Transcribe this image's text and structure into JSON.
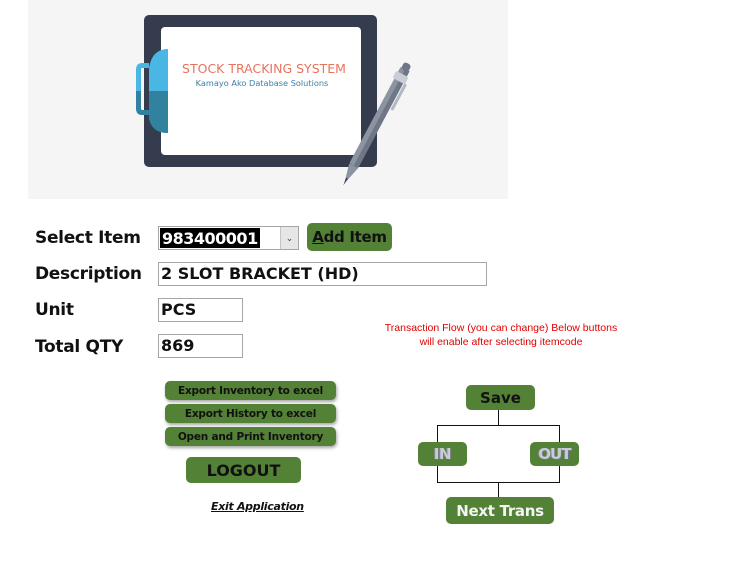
{
  "banner": {
    "title": "STOCK TRACKING SYSTEM",
    "subtitle": "Kamayo Ako Database Solutions",
    "colors": {
      "background": "#f5f5f6",
      "clipboard_frame": "#343c4e",
      "clip_light": "#4ab6e3",
      "clip_dark": "#32829f",
      "title": "#e8735e",
      "subtitle": "#3a7fa8"
    }
  },
  "form": {
    "select_item": {
      "label": "Select Item",
      "value": "983400001"
    },
    "add_item_button": {
      "label_underlined": "A",
      "label_rest": "dd Item"
    },
    "description": {
      "label": "Description",
      "value": "2 SLOT BRACKET (HD)"
    },
    "unit": {
      "label": "Unit",
      "value": "PCS"
    },
    "total_qty": {
      "label": "Total QTY",
      "value": "869"
    }
  },
  "actions": {
    "export_inventory": "Export Inventory to excel",
    "export_history": "Export History to excel",
    "open_print_inventory": "Open and Print Inventory",
    "logout": "LOGOUT",
    "exit_application": "Exit Application"
  },
  "transaction_flow": {
    "note": "Transaction Flow (you can change)  Below buttons will enable after selecting itemcode",
    "save": "Save",
    "in": "IN",
    "out": "OUT",
    "next_trans": "Next Trans"
  },
  "colors": {
    "button_green": "#538135",
    "note_red": "#e00000",
    "field_border": "#a6a6a6"
  }
}
